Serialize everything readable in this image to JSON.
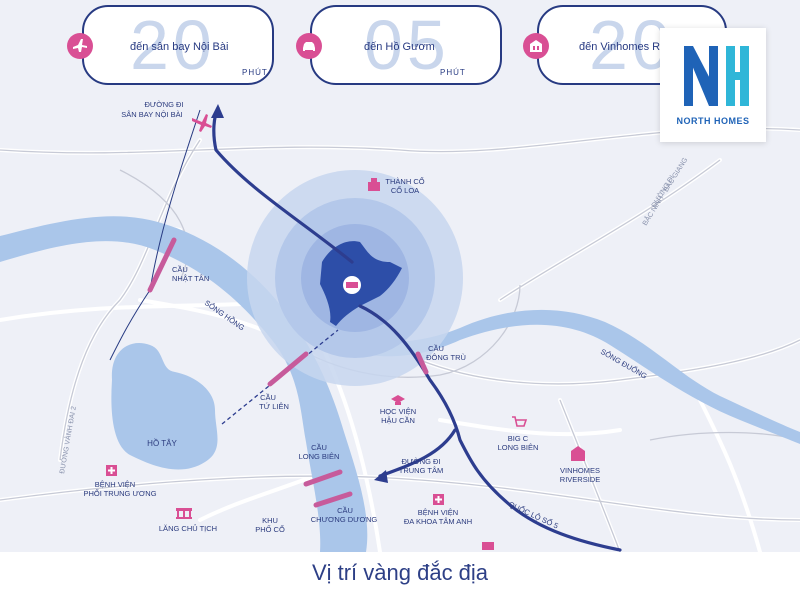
{
  "stats": [
    {
      "number": "20",
      "destination": "đến sân bay Nội Bài",
      "unit": "PHÚT",
      "icon": "airplane-icon"
    },
    {
      "number": "05",
      "destination": "đến Hồ Gươm",
      "unit": "PHÚT",
      "icon": "car-icon"
    },
    {
      "number": "20",
      "destination": "đến Vinhomes Rive",
      "unit": "",
      "icon": "building-icon"
    }
  ],
  "brand": {
    "name": "NORTH HOMES",
    "colors": {
      "primary": "#1f63b7",
      "accent": "#2fb6d8"
    }
  },
  "map": {
    "labels": {
      "airport_road": [
        "ĐƯỜNG ĐI",
        "SÂN BAY NỘI BÀI"
      ],
      "co_loa": [
        "THÀNH CỔ",
        "CỔ LOA"
      ],
      "bac_ninh_road": [
        "ĐƯỜNG ĐI",
        "BẮC NINH - BẮC GIANG"
      ],
      "nhat_tan": [
        "CẦU",
        "NHẬT TÂN"
      ],
      "song_hong": "SÔNG HỒNG",
      "dong_tru": [
        "CẦU",
        "ĐÔNG TRÙ"
      ],
      "song_duong": "SÔNG ĐUỐNG",
      "tu_lien": [
        "CẦU",
        "TỨ LIÊN"
      ],
      "hau_can": [
        "HỌC VIỆN",
        "HẬU CẦN"
      ],
      "big_c": [
        "BIG C",
        "LONG BIÊN"
      ],
      "vinhomes_riverside": [
        "VINHOMES",
        "RIVERSIDE"
      ],
      "ho_tay": "HỒ TÂY",
      "long_bien": [
        "CẦU",
        "LONG BIÊN"
      ],
      "trung_tam_road": [
        "ĐƯỜNG ĐI",
        "TRUNG TÂM"
      ],
      "vanh_dai_2": "ĐƯỜNG VÀNH ĐAI 2",
      "phoi_tw": [
        "BỆNH VIỆN",
        "PHỔI TRUNG ƯƠNG"
      ],
      "tam_anh": [
        "BỆNH VIỆN",
        "ĐA KHOA TÂM ANH"
      ],
      "chuong_duong": [
        "CẦU",
        "CHƯƠNG DƯƠNG"
      ],
      "ql5": "QUỐC LỘ SỐ 5",
      "lang_chu_tich": "LĂNG CHỦ TỊCH",
      "pho_co": [
        "KHU",
        "PHỐ CỔ"
      ]
    }
  },
  "caption": "Vị trí vàng đắc địa"
}
